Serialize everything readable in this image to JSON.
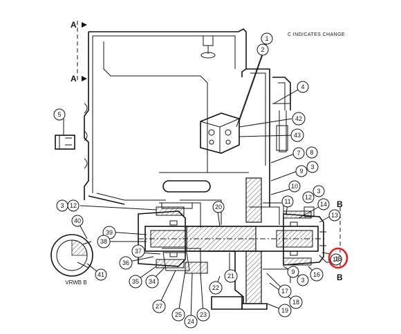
{
  "diagram": {
    "note": "C INDICATES CHANGE",
    "section_labels": [
      "A",
      "A",
      "B",
      "B"
    ],
    "vrwb_label": "VRWB B",
    "highlight_color": "#e0201f",
    "callouts": [
      "1",
      "2",
      "4",
      "5",
      "42",
      "43",
      "7",
      "8",
      "9",
      "3",
      "10",
      "3",
      "12",
      "14",
      "13",
      "3",
      "12",
      "20",
      "40",
      "39",
      "38",
      "37",
      "36",
      "35",
      "34",
      "41",
      "B",
      "15",
      "16",
      "3",
      "9",
      "17",
      "18",
      "19",
      "22",
      "21",
      "24",
      "23",
      "25",
      "27",
      "11"
    ]
  }
}
